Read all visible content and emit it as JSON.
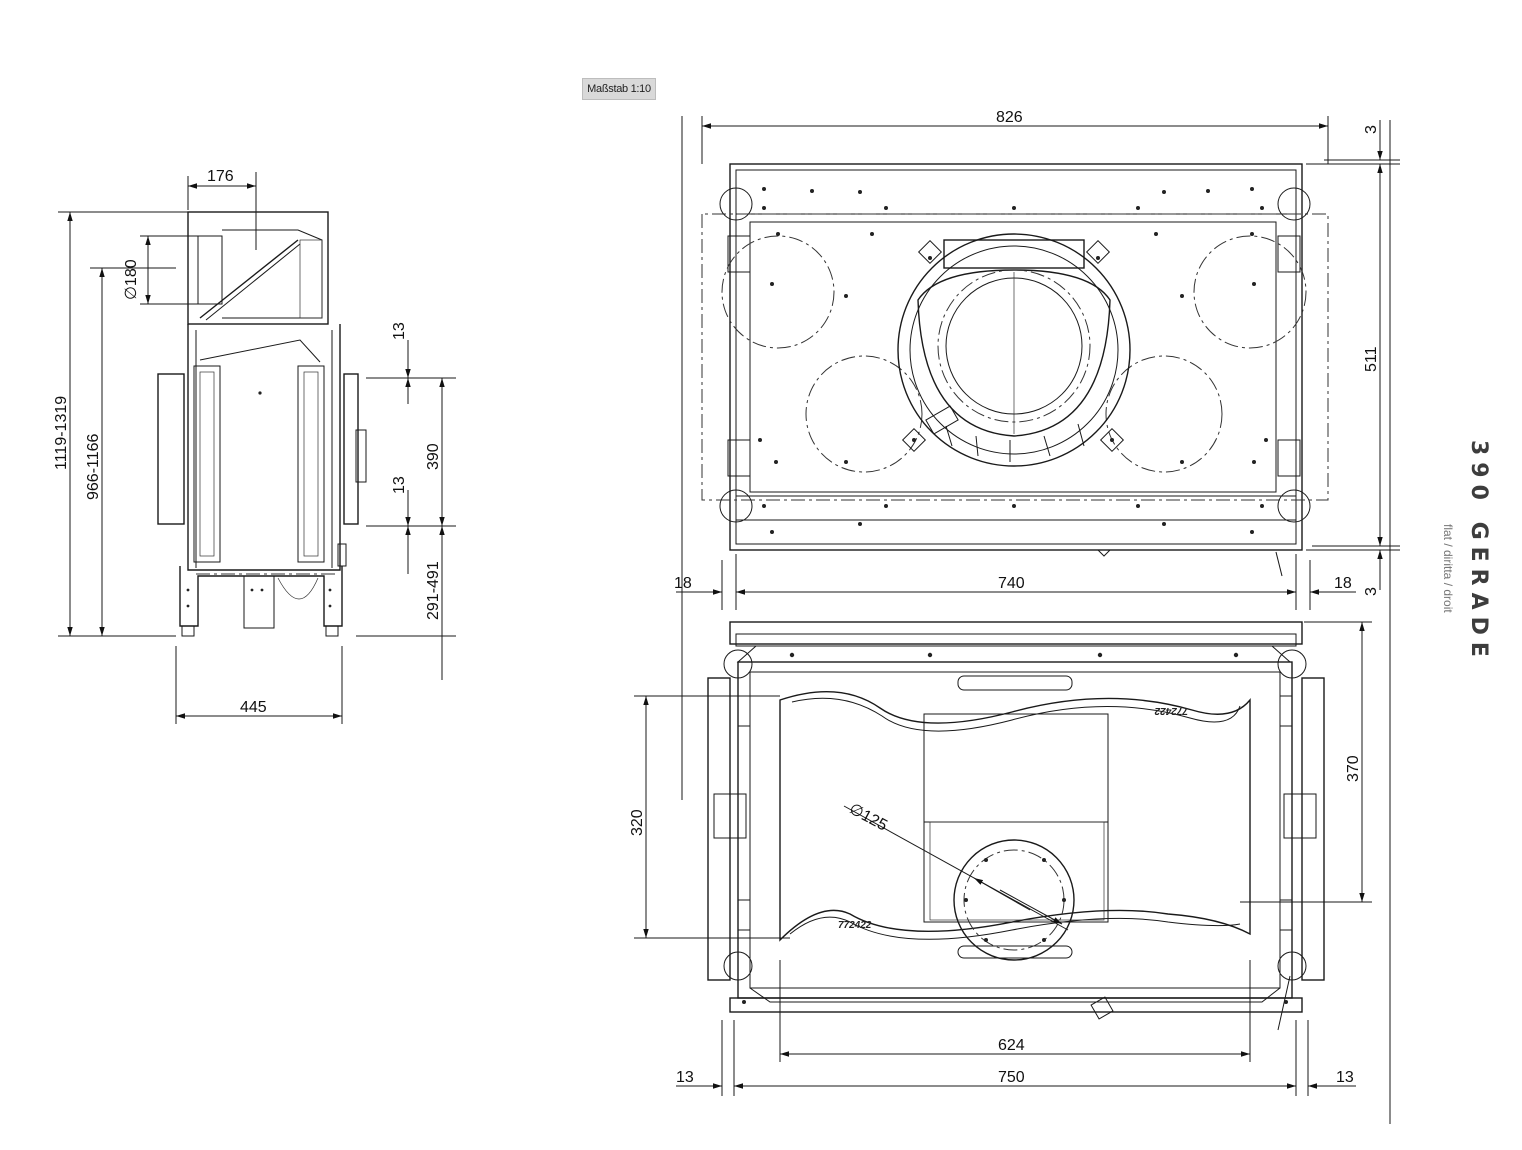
{
  "scale_label": "Maßstab 1:10",
  "title": {
    "main": "390 GERADE",
    "sub": "flat / diritta / droit"
  },
  "side_view_dims": {
    "top_width": "176",
    "flue_diameter": "∅180",
    "total_height": "1119-1319",
    "flue_height": "966-1166",
    "frame_top": "13",
    "opening_height": "390",
    "frame_bottom": "13",
    "base_height": "291-491",
    "depth": "445"
  },
  "plan_view_dims": {
    "overall_width": "826",
    "depth": "511",
    "top_offset": "3",
    "bottom_offset": "3",
    "left_margin": "18",
    "inner_width": "740",
    "right_margin": "18"
  },
  "front_view_dims": {
    "inner_depth": "320",
    "outer_depth": "370",
    "connector_diameter": "∅125",
    "firebox_width": "624",
    "frame_width": "750",
    "left_margin": "13",
    "right_margin": "13"
  },
  "part_number": "772422"
}
